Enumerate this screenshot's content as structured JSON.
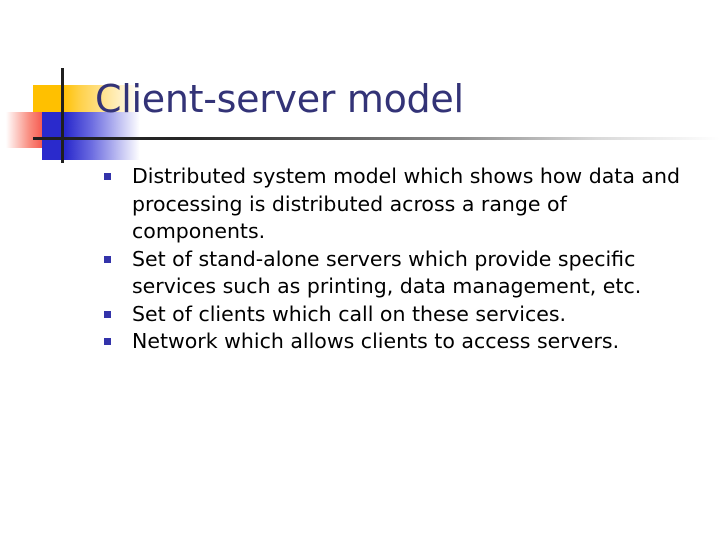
{
  "slide": {
    "title": "Client-server model",
    "title_color": "#333377",
    "background_color": "#ffffff",
    "body_text_color": "#000000",
    "bullet_marker_color": "#3333AA",
    "bullets": [
      {
        "text": "Distributed system model which shows how data and processing is distributed across a range of components."
      },
      {
        "text": "Set of stand-alone servers which provide specific services such as printing, data management, etc."
      },
      {
        "text": "Set of clients which call on these services."
      },
      {
        "text": "Network which allows clients to access servers."
      }
    ],
    "decoration": {
      "yellow_color": "#FFC000",
      "red_color": "#F4433B",
      "blue_color": "#2A2ACC",
      "line_color": "#1f1f1f"
    }
  }
}
